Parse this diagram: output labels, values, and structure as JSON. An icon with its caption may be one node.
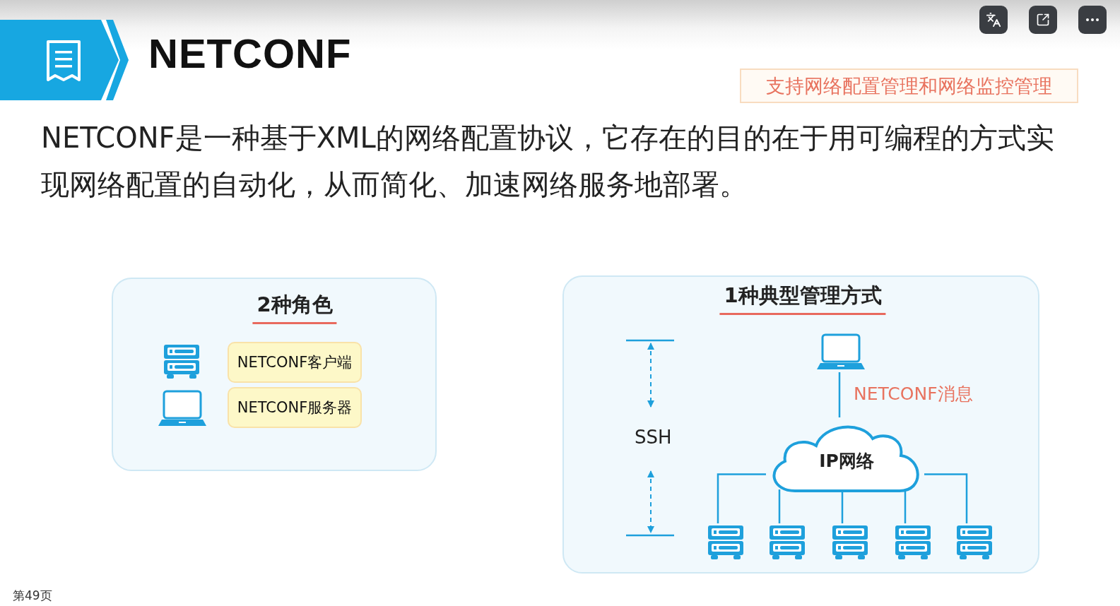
{
  "diagram": {
    "title": "NETCONF",
    "nodes": [
      {
        "text": [
          "支持网络配置管理和网络监控管理"
        ]
      },
      {
        "text": [
          "2种角色"
        ]
      },
      {
        "text": [
          "NETCONF客户端"
        ],
        "in": 1
      },
      {
        "text": [
          "NETCONF服务器"
        ],
        "in": 1
      },
      {
        "text": [
          "1种典型管理方式"
        ]
      },
      {
        "text": [],
        "shape": "laptop",
        "in": 4
      },
      {
        "text": [
          "IP网络"
        ],
        "in": 4
      },
      {
        "text": [],
        "shape": "server",
        "in": 4
      },
      {
        "text": [],
        "shape": "server",
        "in": 4
      },
      {
        "text": [],
        "shape": "server",
        "in": 4
      },
      {
        "text": [],
        "shape": "server",
        "in": 4
      },
      {
        "text": [],
        "shape": "server",
        "in": 4
      }
    ],
    "edges": [
      {
        "from": 5,
        "to": 6,
        "arrow": "none",
        "label": "NETCONF消息"
      },
      {
        "from": 6,
        "to": 7,
        "arrow": "none"
      },
      {
        "from": 6,
        "to": 8,
        "arrow": "none"
      },
      {
        "from": 6,
        "to": 9,
        "arrow": "none"
      },
      {
        "from": 6,
        "to": 10,
        "arrow": "none"
      },
      {
        "from": 6,
        "to": 11,
        "arrow": "none"
      }
    ],
    "labels": [
      "NETCONF是一种基于XML的网络配置协议，它存在的目的在于用可编程的方式实现网络配置的自动化，从而简化、加速网络服务地部署。",
      "SSH",
      "第49页"
    ]
  }
}
